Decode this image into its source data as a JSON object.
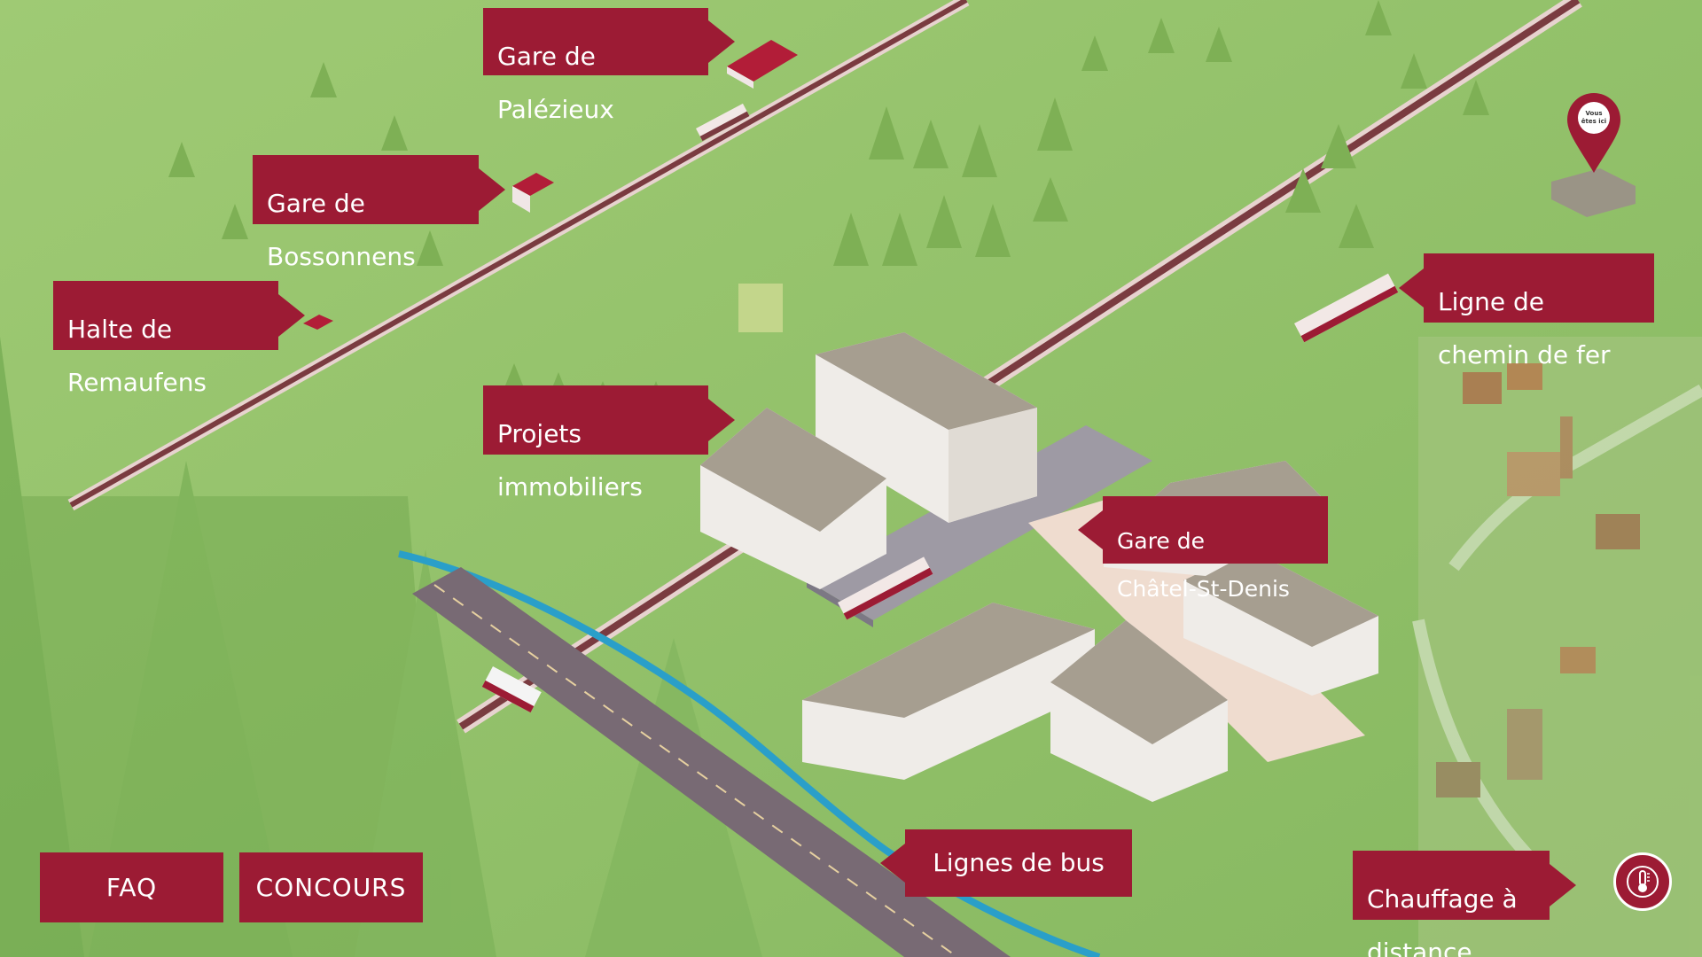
{
  "map": {
    "you_are_here": [
      "Vous",
      "êtes ici"
    ]
  },
  "labels": {
    "palezieux": [
      "Gare de",
      "Palézieux"
    ],
    "bossonnens": [
      "Gare de",
      "Bossonnens"
    ],
    "remaufens": [
      "Halte de",
      "Remaufens"
    ],
    "projets": [
      "Projets",
      "immobiliers"
    ],
    "chatel": [
      "Gare de",
      "Châtel-St-Denis"
    ],
    "ligne": [
      "Ligne de",
      "chemin de fer"
    ],
    "bus": "Lignes de bus",
    "chauffage": [
      "Chauffage à",
      "distance"
    ]
  },
  "buttons": {
    "faq": "FAQ",
    "concours": "CONCOURS"
  },
  "icons": {
    "heating": "thermometer-icon",
    "location": "map-pin-icon"
  },
  "colors": {
    "brand": "#9c1b34",
    "grass": "#8fbf68",
    "rail": "#7a3b40",
    "river": "#2a9fc9"
  }
}
